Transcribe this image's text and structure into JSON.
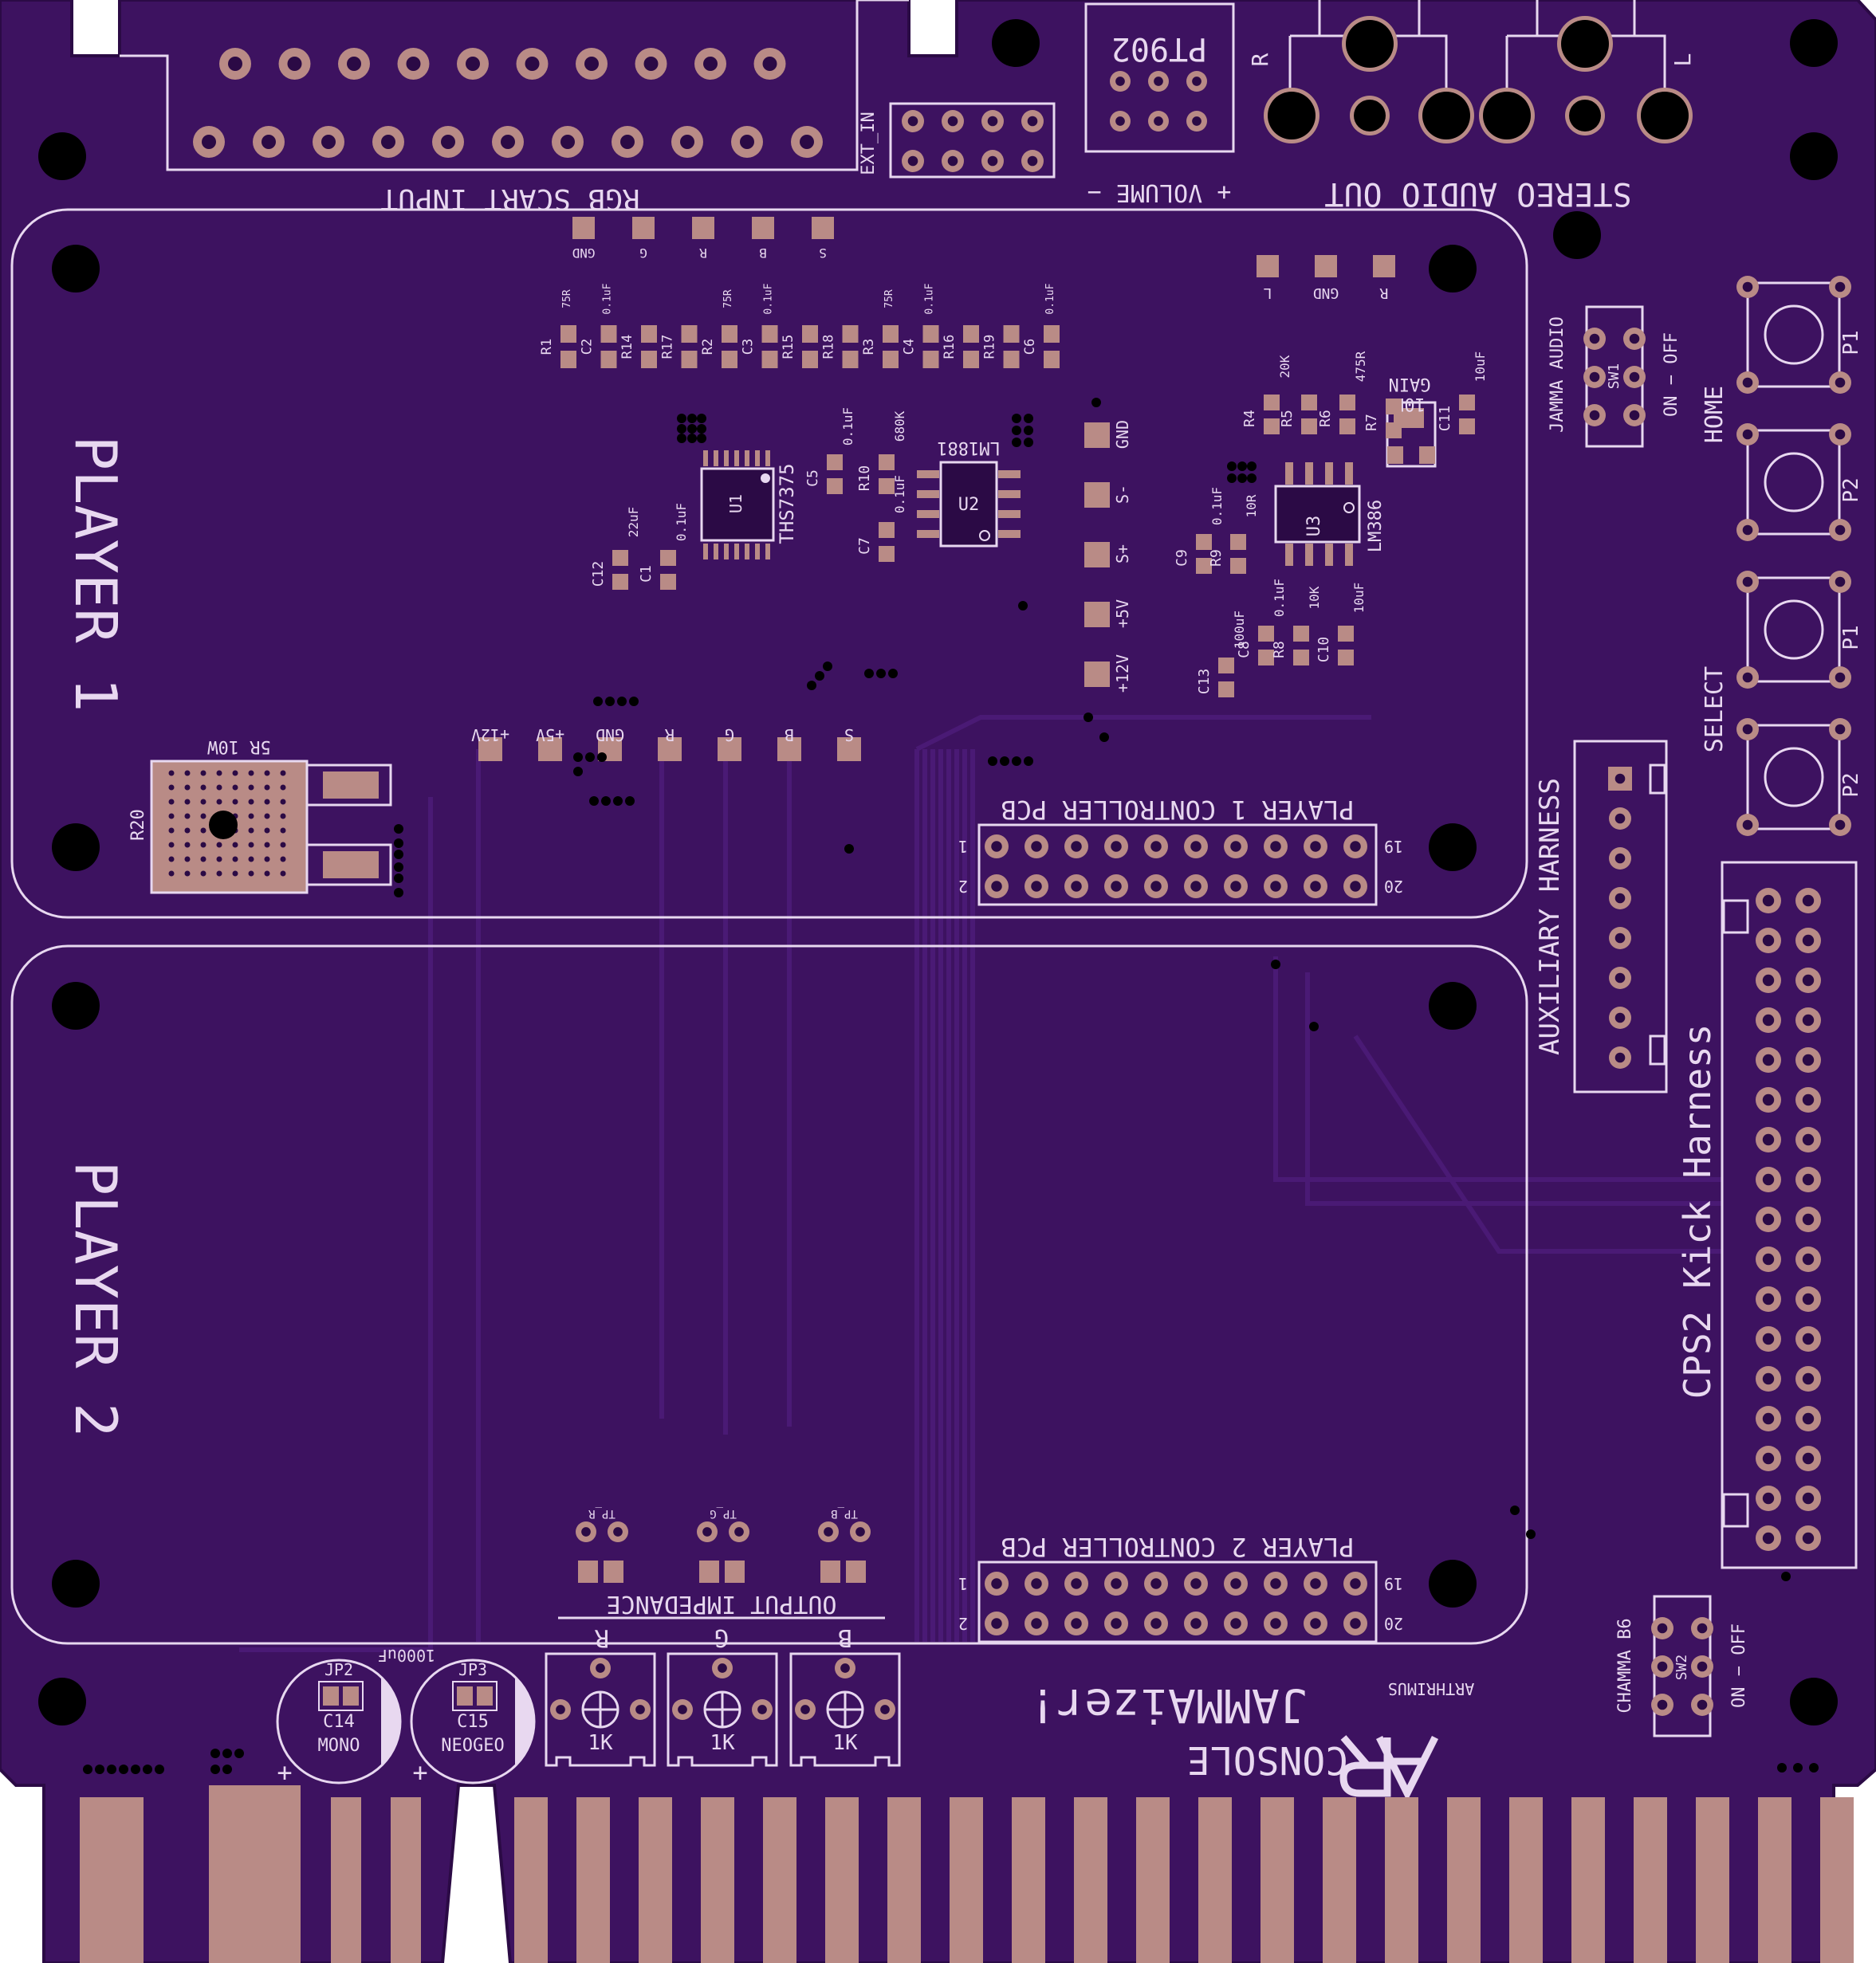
{
  "colors": {
    "board": "#3d1260",
    "board_dark": "#2b0a45",
    "trace": "#46176e",
    "silk": "#e8d8f0",
    "pad": "#b98b86",
    "gold": "#b98b86",
    "hole": "#000000"
  },
  "labels": {
    "scart": "RGB SCART INPUT",
    "ext_in": "EXT_IN",
    "pt902": "PT902",
    "volume": "+ VOLUME −",
    "stereo": "STEREO AUDIO OUT",
    "stereo_r": "R",
    "stereo_l": "L",
    "player1": "PLAYER 1",
    "player2": "PLAYER 2",
    "p1_ctrl": "PLAYER 1 CONTROLLER PCB",
    "p2_ctrl": "PLAYER 2 CONTROLLER PCB",
    "aux": "AUXILIARY HARNESS",
    "cps2": "CPS2 Kick Harness",
    "jamma_audio": "JAMMA AUDIO",
    "sw1": "SW1",
    "sw2": "SW2",
    "on_off": "ON − OFF",
    "chamma": "CHAMMA B6",
    "home": "HOME",
    "select": "SELECT",
    "p1": "P1",
    "p2": "P2",
    "output_imp": "OUTPUT IMPEDANCE",
    "brand_small": "ARTHRIMUS",
    "brand1": "JAMMAizer!",
    "brand2": "CONSOLE",
    "r20": "R20",
    "r20_val": "5R 10W",
    "ths": "THS7375",
    "lm1881": "LM1881",
    "lm386": "LM386",
    "u1": "U1",
    "u2": "U2",
    "u3": "U3",
    "gain": "GAIN",
    "gain_val": "10K",
    "pot": "1K",
    "jp2": "JP2",
    "jp3": "JP3",
    "c14": "C14",
    "c15": "C15",
    "mono": "MONO",
    "neogeo": "NEOGEO",
    "cap1000": "1000uF",
    "pin1": "1",
    "pin2": "2",
    "pin19": "19",
    "pin20": "20",
    "r": "R",
    "g": "G",
    "b": "B"
  },
  "scart_pads": [
    "GND",
    "G",
    "R",
    "B",
    "S"
  ],
  "power_header": [
    "+12V",
    "+5V",
    "GND",
    "R",
    "G",
    "B",
    "S"
  ],
  "audio_header": [
    "GND",
    "S-",
    "S+",
    "+5V",
    "+12V"
  ],
  "audio_lr": [
    "L",
    "GND",
    "R"
  ],
  "tp_labels": [
    "TP_R",
    "TP_G",
    "TP_B"
  ],
  "video_parts": [
    [
      "R1",
      "75R"
    ],
    [
      "C2",
      "0.1uF"
    ],
    [
      "R14",
      ""
    ],
    [
      "R17",
      ""
    ],
    [
      "R2",
      "75R"
    ],
    [
      "C3",
      "0.1uF"
    ],
    [
      "R15",
      ""
    ],
    [
      "R18",
      ""
    ],
    [
      "R3",
      "75R"
    ],
    [
      "C4",
      "0.1uF"
    ],
    [
      "R16",
      ""
    ],
    [
      "R19",
      ""
    ],
    [
      "C6",
      "0.1uF"
    ]
  ],
  "misc_parts": [
    [
      "C5",
      "0.1uF"
    ],
    [
      "R10",
      "680K"
    ],
    [
      "C7",
      "0.1uF"
    ],
    [
      "C12",
      "22uF"
    ],
    [
      "C1",
      "0.1uF"
    ],
    [
      "R4",
      "20K"
    ],
    [
      "R5",
      ""
    ],
    [
      "R6",
      "475R"
    ],
    [
      "R7",
      ""
    ],
    [
      "C11",
      "10uF"
    ],
    [
      "C9",
      "0.1uF"
    ],
    [
      "R9",
      "10R"
    ],
    [
      "C13",
      "100uF"
    ],
    [
      "C8",
      "0.1uF"
    ],
    [
      "R8",
      "10K"
    ],
    [
      "C10",
      "10uF"
    ]
  ]
}
